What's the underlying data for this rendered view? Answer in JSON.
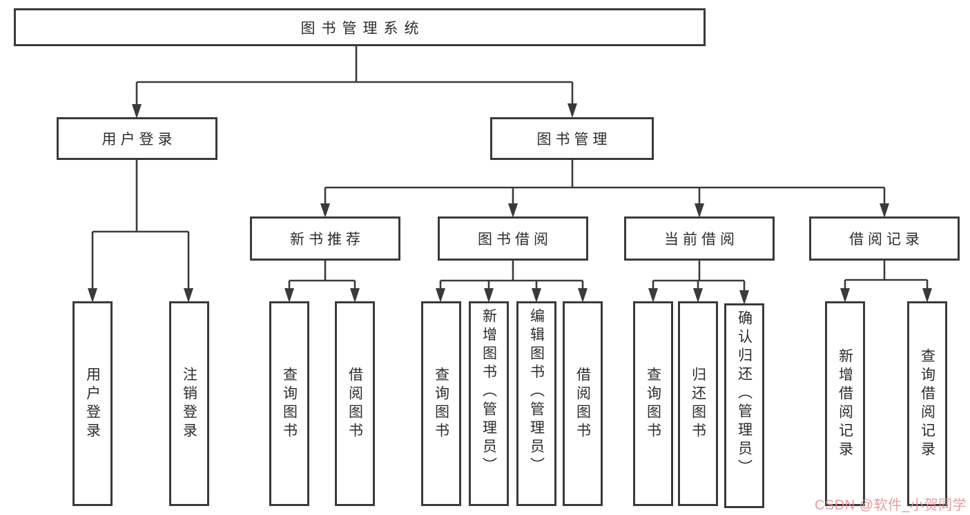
{
  "watermark": "CSDN @软件_小贺同学",
  "colors": {
    "line": "#3a3a3a",
    "text": "#2c2c2c",
    "watermark": "#e29494",
    "background": "#ffffff"
  },
  "tree": {
    "root": "图书管理系统",
    "children": [
      {
        "label": "用户登录",
        "children": [
          "用户登录",
          "注销登录"
        ]
      },
      {
        "label": "图书管理",
        "children": [
          {
            "label": "新书推荐",
            "children": [
              "查询图书",
              "借阅图书"
            ]
          },
          {
            "label": "图书借阅",
            "children": [
              "查询图书",
              "新增图书（管理员）",
              "编辑图书（管理员）",
              "借阅图书"
            ]
          },
          {
            "label": "当前借阅",
            "children": [
              "查询图书",
              "归还图书",
              "确认归还（管理员）"
            ]
          },
          {
            "label": "借阅记录",
            "children": [
              "新增借阅记录",
              "查询借阅记录"
            ]
          }
        ]
      }
    ]
  }
}
